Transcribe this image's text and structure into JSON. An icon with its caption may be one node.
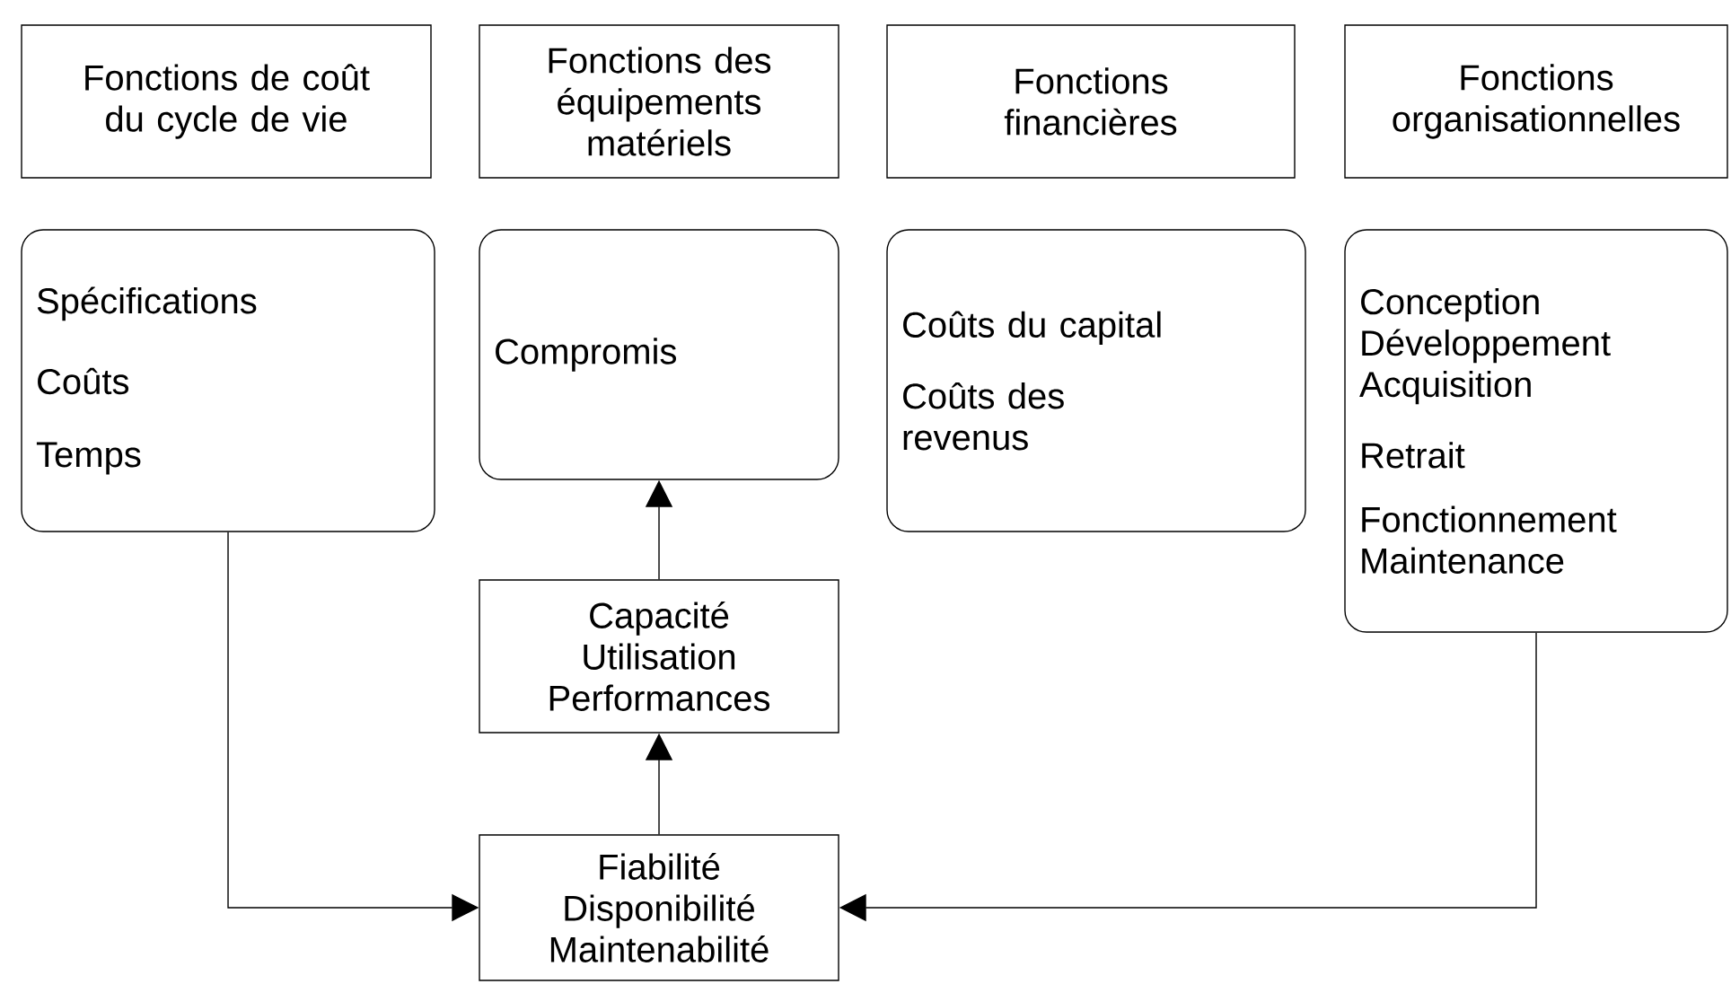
{
  "diagram": {
    "nodes": [
      {
        "text": [
          "Fonctions de coût du cycle de vie"
        ]
      },
      {
        "text": [
          "Fonctions des équipements matériels"
        ]
      },
      {
        "text": [
          "Fonctions financières"
        ]
      },
      {
        "text": [
          "Fonctions organisationnelles"
        ]
      },
      {
        "text": [
          "Spécifications",
          "Coûts",
          "Temps"
        ]
      },
      {
        "text": [
          "Compromis"
        ]
      },
      {
        "text": [
          "Coûts du capital",
          "Coûts des revenus"
        ]
      },
      {
        "text": [
          "Conception Développement Acquisition",
          "Retrait",
          "Fonctionnement Maintenance"
        ]
      },
      {
        "text": [
          "Capacité Utilisation Performances"
        ]
      },
      {
        "text": [
          "Fiabilité Disponibilité Maintenabilité"
        ]
      }
    ],
    "edges": [
      {
        "from": 4,
        "to": 9,
        "arrow": "to"
      },
      {
        "from": 7,
        "to": 9,
        "arrow": "to"
      },
      {
        "from": 9,
        "to": 8,
        "arrow": "to"
      },
      {
        "from": 8,
        "to": 5,
        "arrow": "to"
      }
    ]
  }
}
